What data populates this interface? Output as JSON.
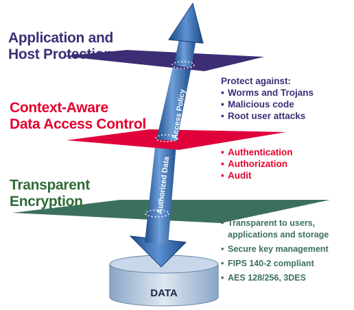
{
  "colors": {
    "purple": "#3c2d75",
    "red": "#e4002b",
    "green": "#2f6a35",
    "teal": "#3d6f5f",
    "blue": "#3a6fb0"
  },
  "layers": {
    "top": {
      "title_line1": "Application and",
      "title_line2": "Host Protection",
      "header": "Protect against:",
      "bullets": [
        "Worms and Trojans",
        "Malicious code",
        "Root user attacks"
      ]
    },
    "middle": {
      "title_line1": "Context-Aware",
      "title_line2": "Data Access Control",
      "bullets": [
        "Authentication",
        "Authorization",
        "Audit"
      ]
    },
    "bottom": {
      "title_line1": "Transparent",
      "title_line2": "Encryption",
      "bullets": [
        "Transparent  to users,",
        "applications and storage",
        "Secure key management",
        "FIPS 140-2 compliant",
        "AES 128/256, 3DES"
      ]
    }
  },
  "pipe": {
    "access_policy": "Access Policy",
    "authorized_data": "Authorized Data"
  },
  "data_label": "DATA"
}
